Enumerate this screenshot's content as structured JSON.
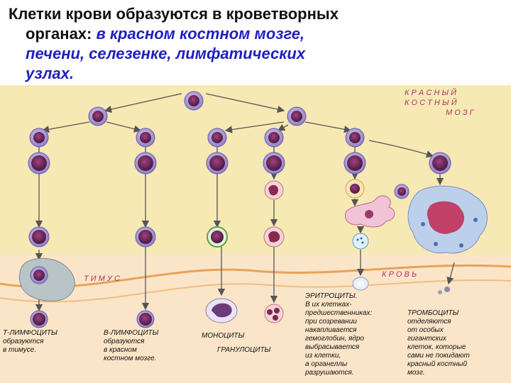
{
  "heading": {
    "line1": "Клетки  крови образуются в кроветворных",
    "line2_plain": "органах: ",
    "line2_accent": "в красном костном мозге,",
    "line3_accent": "печени, селезенке, лимфатических",
    "line4_accent": "узлах."
  },
  "zones": {
    "marrow": [
      "К Р А С Н Ы Й",
      "К О С Т Н Ы Й",
      "М О З Г"
    ],
    "thymus": "Т И М У С",
    "blood": "К Р О В Ь"
  },
  "labels": {
    "t_cells": [
      "Т-ЛИМФОЦИТЫ",
      "образуются",
      "в тимусе."
    ],
    "b_cells": [
      "В-ЛИМФОЦИТЫ",
      "образуются",
      "в красном",
      "костном мозге."
    ],
    "monocytes": "МОНОЦИТЫ",
    "granulocytes": "ГРАНУЛОЦИТЫ",
    "erythrocytes": [
      "ЭРИТРОЦИТЫ.",
      "В их клетках-",
      "предшественниках:",
      "при созревании",
      "накапливается",
      "гемоглобин, ядро",
      "выбрасывается",
      "из клетки,",
      "а органеллы",
      "разрушаются."
    ],
    "platelets": [
      "ТРОМБОЦИТЫ",
      "отделяются",
      "от особых",
      "гигантских",
      "клеток, которые",
      "сами не покидают",
      "красный костный",
      "мозг."
    ]
  },
  "colors": {
    "marrow_bg": "#f7e9b4",
    "blood_bg": "#fbe5c8",
    "zone_text": "#b0306a",
    "cell_body": "#a999d2",
    "cell_nucleus": "#5a1f4e",
    "arrow": "#555555",
    "accent": "#1f1fbf"
  }
}
